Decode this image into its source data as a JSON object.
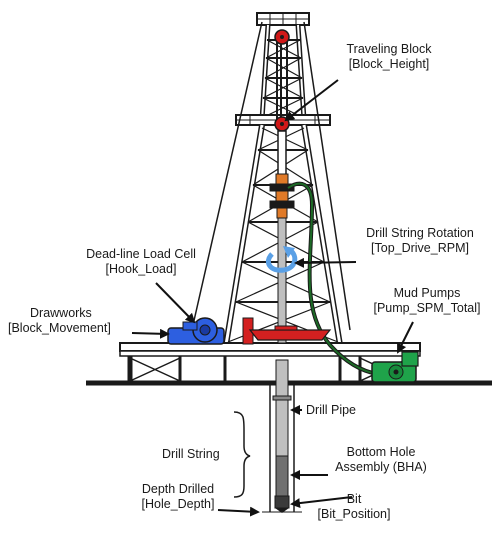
{
  "labels": {
    "traveling_block": {
      "name": "Traveling Block",
      "tag": "[Block_Height]"
    },
    "drill_string_rotation": {
      "name": "Drill String Rotation",
      "tag": "[Top_Drive_RPM]"
    },
    "dead_line_load_cell": {
      "name": "Dead-line Load Cell",
      "tag": "[Hook_Load]"
    },
    "mud_pumps": {
      "name": "Mud Pumps",
      "tag": "[Pump_SPM_Total]"
    },
    "drawworks": {
      "name": "Drawworks",
      "tag": "[Block_Movement]"
    },
    "drill_pipe": {
      "name": "Drill Pipe"
    },
    "drill_string": {
      "name": "Drill String"
    },
    "bha": {
      "line1": "Bottom Hole",
      "line2": "Assembly (BHA)"
    },
    "depth_drilled": {
      "name": "Depth Drilled",
      "tag": "[Hole_Depth]"
    },
    "bit": {
      "name": "Bit",
      "tag": "[Bit_Position]"
    }
  },
  "colors": {
    "structure": "#1a1a1a",
    "steel": "#ffffff",
    "traveling_block": "#d01818",
    "top_drive": "#e07a28",
    "drawworks": "#2d5fe0",
    "rotary_table": "#d42020",
    "mud_pump": "#1fa34a",
    "mud_hose": "#1c6b26",
    "rotation_arrow": "#5aa0e6",
    "pipe": "#bfbfbf",
    "bha": "#707070"
  }
}
